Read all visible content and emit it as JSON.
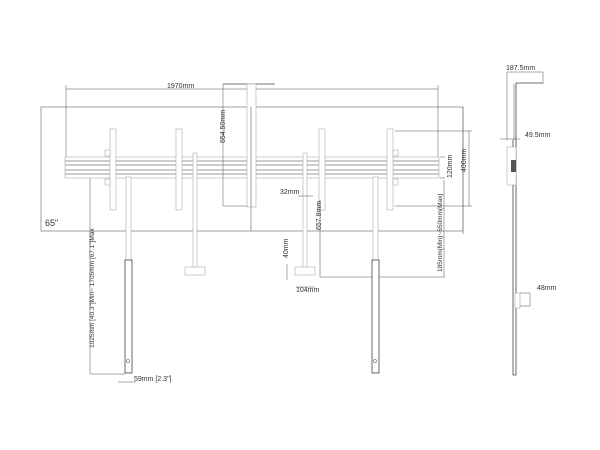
{
  "front_view": {
    "screen_size": "65\"",
    "width_label": "1970mm",
    "pole_height_label": "654.50mm",
    "rail_height_label": "120mm",
    "bracket_height_label": "400mm",
    "adjust_range_label": "185mm(Min)~650mm(Max)",
    "hanger_offset_label": "32mm",
    "hanger_length_label": "657.8mm",
    "clamp_height_label": "40mm",
    "clamp_width_label": "104mm",
    "leg_range_label": "1025mm [40.3\"]Min~ 1705mm [67.1\"]Max",
    "leg_width_label": "59mm [2.3\"]"
  },
  "side_view": {
    "depth_label": "187.5mm",
    "profile_label": "49.5mm",
    "foot_label": "48mm"
  }
}
